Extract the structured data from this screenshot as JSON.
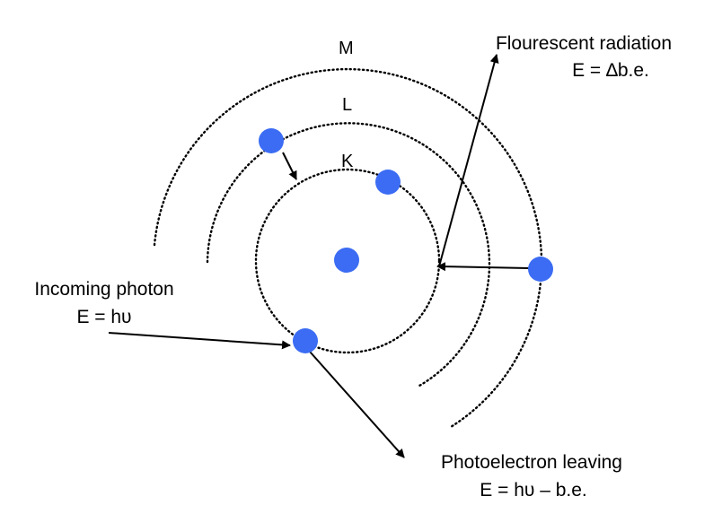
{
  "diagram": {
    "shells": {
      "k_label": "K",
      "l_label": "L",
      "m_label": "M"
    },
    "fluorescent": {
      "title": "Flourescent radiation",
      "formula": "E = ∆b.e."
    },
    "incoming": {
      "title": "Incoming photon",
      "formula": "E = hυ"
    },
    "photoelectron": {
      "title": "Photoelectron leaving",
      "formula": "E = hυ – b.e."
    },
    "colors": {
      "electron": "#3b6cf3",
      "line": "#000000"
    }
  }
}
